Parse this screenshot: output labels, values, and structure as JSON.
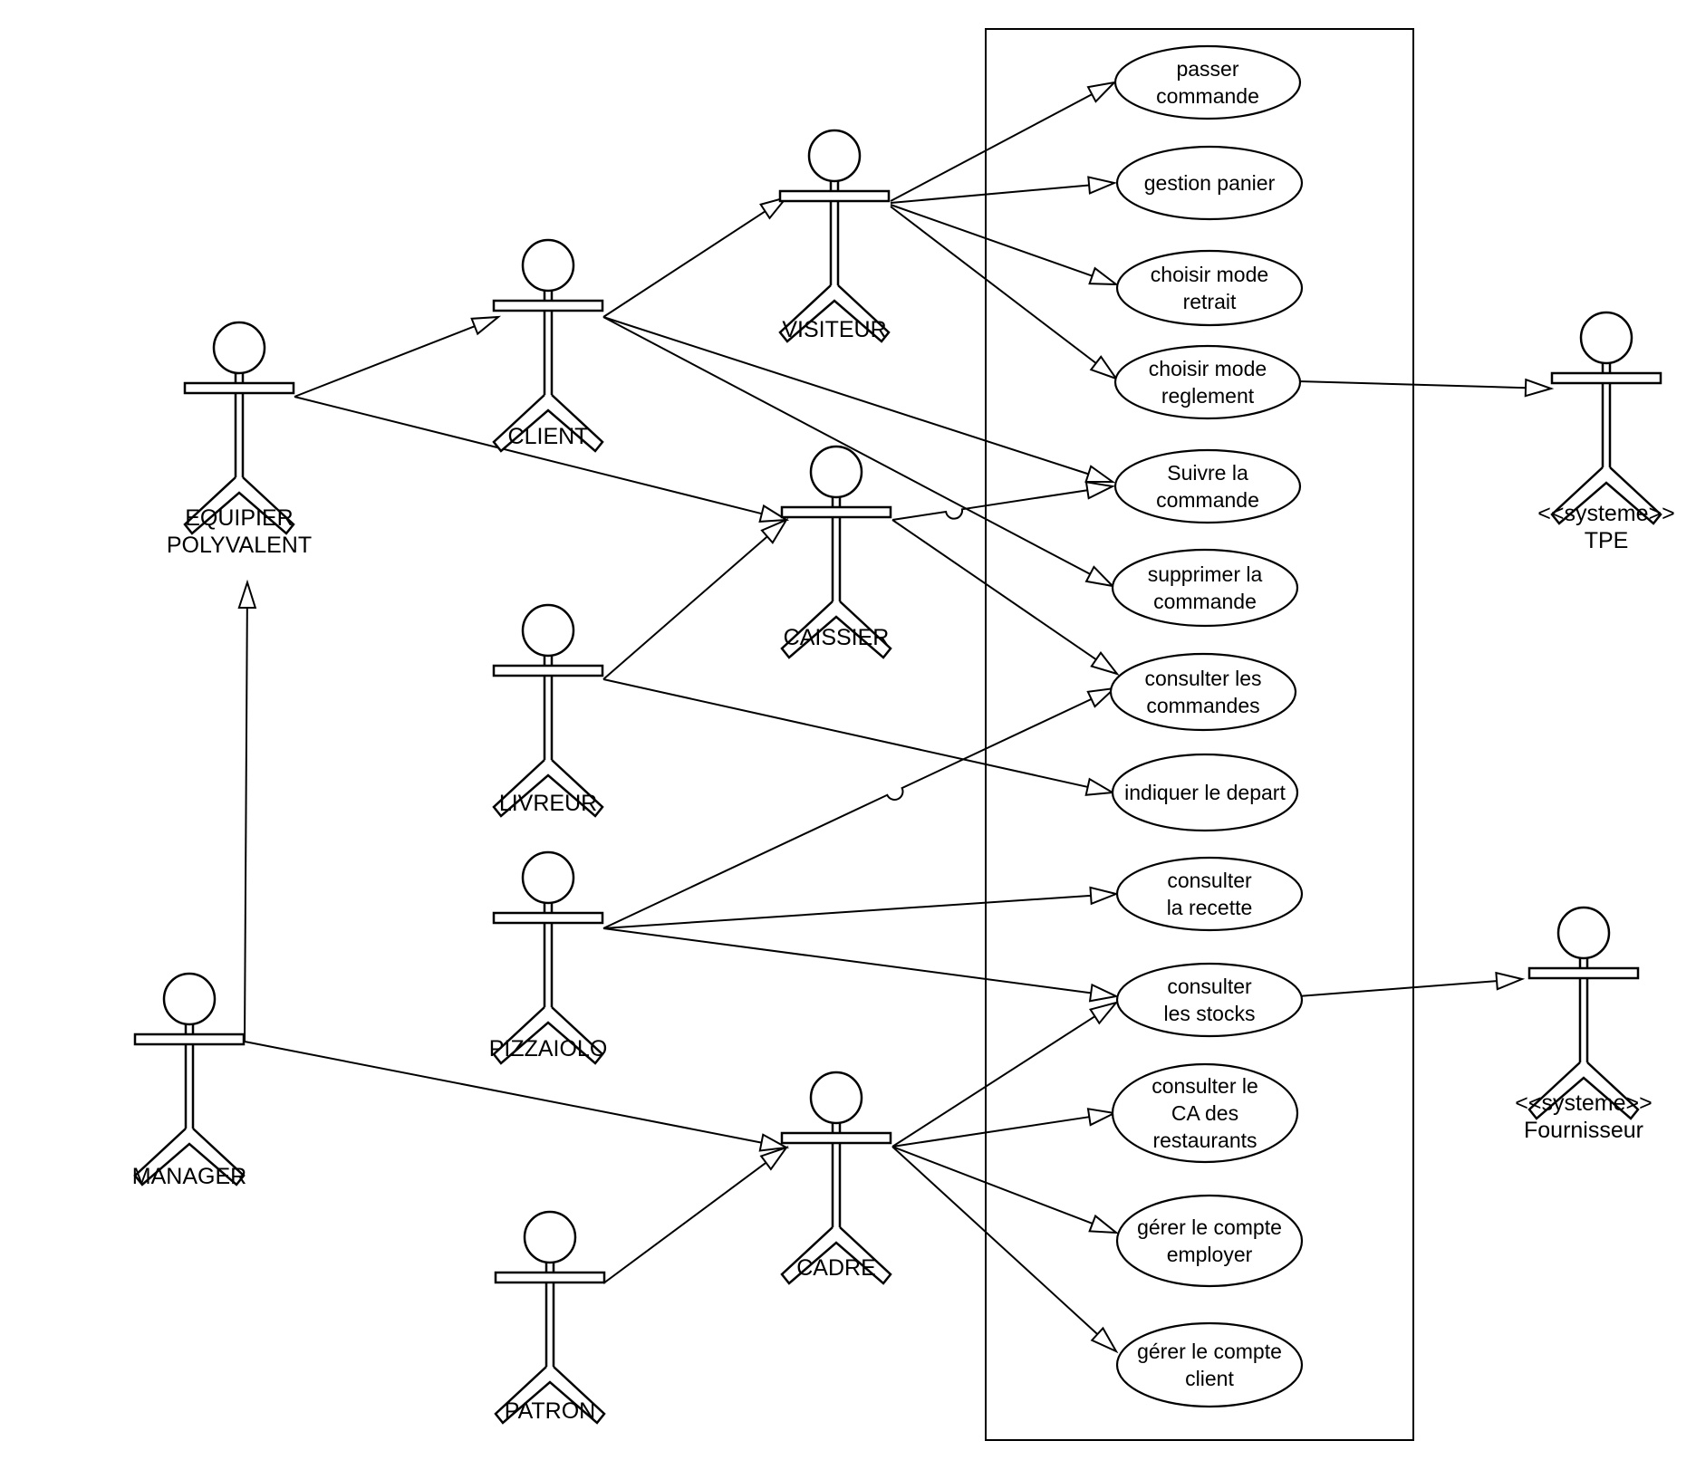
{
  "actors": [
    {
      "id": "equipier",
      "label_lines": [
        "EQUIPIER",
        "POLYVALENT"
      ]
    },
    {
      "id": "client",
      "label_lines": [
        "CLIENT"
      ]
    },
    {
      "id": "visiteur",
      "label_lines": [
        "VISITEUR"
      ]
    },
    {
      "id": "caissier",
      "label_lines": [
        "CAISSIER"
      ]
    },
    {
      "id": "livreur",
      "label_lines": [
        "LIVREUR"
      ]
    },
    {
      "id": "pizzaiolo",
      "label_lines": [
        "PIZZAIOLO"
      ]
    },
    {
      "id": "manager",
      "label_lines": [
        "MANAGER"
      ]
    },
    {
      "id": "patron",
      "label_lines": [
        "PATRON"
      ]
    },
    {
      "id": "cadre",
      "label_lines": [
        "CADRE"
      ]
    },
    {
      "id": "tpe",
      "label_lines": [
        "<<systeme>>",
        "TPE"
      ]
    },
    {
      "id": "fournisseur",
      "label_lines": [
        "<<systeme>>",
        "Fournisseur"
      ]
    }
  ],
  "use_cases": [
    {
      "id": "uc1",
      "label_lines": [
        "passer",
        "commande"
      ]
    },
    {
      "id": "uc2",
      "label_lines": [
        "gestion panier"
      ]
    },
    {
      "id": "uc3",
      "label_lines": [
        "choisir mode",
        "retrait"
      ]
    },
    {
      "id": "uc4",
      "label_lines": [
        "choisir mode",
        "reglement"
      ]
    },
    {
      "id": "uc5",
      "label_lines": [
        "Suivre la",
        "commande"
      ]
    },
    {
      "id": "uc6",
      "label_lines": [
        "supprimer la",
        "commande"
      ]
    },
    {
      "id": "uc7",
      "label_lines": [
        "consulter les",
        "commandes"
      ]
    },
    {
      "id": "uc8",
      "label_lines": [
        "indiquer le depart"
      ]
    },
    {
      "id": "uc9",
      "label_lines": [
        "consulter",
        "la recette"
      ]
    },
    {
      "id": "uc10",
      "label_lines": [
        "consulter",
        "les stocks"
      ]
    },
    {
      "id": "uc11",
      "label_lines": [
        "consulter le",
        "CA des",
        "restaurants"
      ]
    },
    {
      "id": "uc12",
      "label_lines": [
        "gérer le compte",
        "employer"
      ]
    },
    {
      "id": "uc13",
      "label_lines": [
        "gérer le compte",
        "client"
      ]
    }
  ],
  "relations": [
    {
      "from": "equipier",
      "to": "client",
      "kind": "generalization"
    },
    {
      "from": "equipier",
      "to": "caissier",
      "kind": "generalization"
    },
    {
      "from": "client",
      "to": "visiteur",
      "kind": "generalization"
    },
    {
      "from": "livreur",
      "to": "caissier",
      "kind": "generalization"
    },
    {
      "from": "manager",
      "to": "equipier",
      "kind": "generalization"
    },
    {
      "from": "manager",
      "to": "cadre",
      "kind": "generalization"
    },
    {
      "from": "patron",
      "to": "cadre",
      "kind": "generalization"
    },
    {
      "from": "visiteur",
      "to": "uc1",
      "kind": "association"
    },
    {
      "from": "visiteur",
      "to": "uc2",
      "kind": "association"
    },
    {
      "from": "visiteur",
      "to": "uc3",
      "kind": "association"
    },
    {
      "from": "visiteur",
      "to": "uc4",
      "kind": "association"
    },
    {
      "from": "client",
      "to": "uc5",
      "kind": "association"
    },
    {
      "from": "client",
      "to": "uc6",
      "kind": "association"
    },
    {
      "from": "caissier",
      "to": "uc5",
      "kind": "association"
    },
    {
      "from": "caissier",
      "to": "uc7",
      "kind": "association"
    },
    {
      "from": "livreur",
      "to": "uc8",
      "kind": "association"
    },
    {
      "from": "pizzaiolo",
      "to": "uc7",
      "kind": "association"
    },
    {
      "from": "pizzaiolo",
      "to": "uc9",
      "kind": "association"
    },
    {
      "from": "pizzaiolo",
      "to": "uc10",
      "kind": "association"
    },
    {
      "from": "cadre",
      "to": "uc10",
      "kind": "association"
    },
    {
      "from": "cadre",
      "to": "uc11",
      "kind": "association"
    },
    {
      "from": "cadre",
      "to": "uc12",
      "kind": "association"
    },
    {
      "from": "cadre",
      "to": "uc13",
      "kind": "association"
    },
    {
      "from": "uc4",
      "to": "tpe",
      "kind": "association"
    },
    {
      "from": "uc10",
      "to": "fournisseur",
      "kind": "association"
    }
  ]
}
